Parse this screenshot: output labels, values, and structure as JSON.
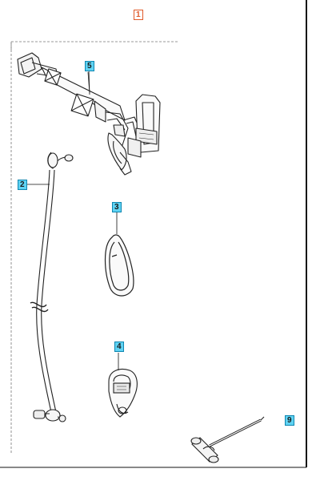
{
  "callouts": {
    "assembly": "1",
    "harness_strap": "5",
    "cord": "2",
    "carabiner": "3",
    "hook": "4",
    "tool": "9"
  },
  "colors": {
    "assembly_label": "#e05a2a",
    "part_label_fill": "#5fd3f3",
    "line": "#222222"
  }
}
